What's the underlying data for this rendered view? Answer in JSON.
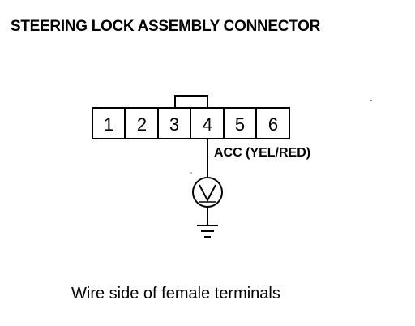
{
  "title": "STEERING LOCK ASSEMBLY CONNECTOR",
  "connector": {
    "pins": [
      "1",
      "2",
      "3",
      "4",
      "5",
      "6"
    ],
    "jumper_between": [
      "3",
      "4"
    ]
  },
  "probe": {
    "pin": "4",
    "label": "ACC (YEL/RED)",
    "meter_icon": "voltmeter-icon",
    "ground_icon": "ground-icon"
  },
  "caption": "Wire side of female terminals"
}
